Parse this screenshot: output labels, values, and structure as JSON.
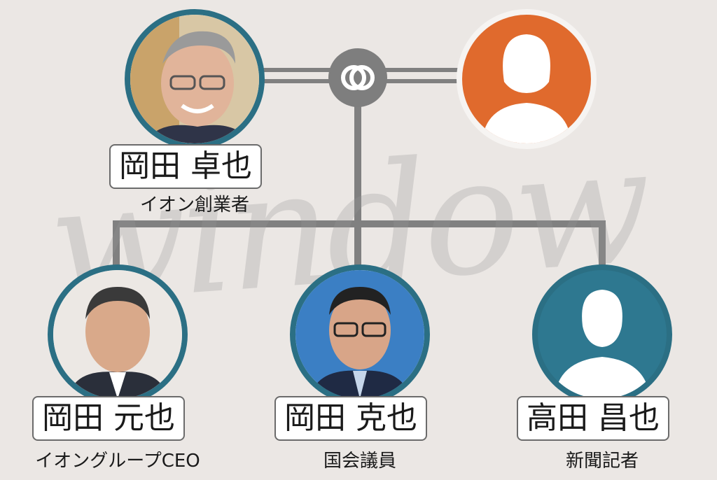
{
  "watermark": "window",
  "hub_icon": "wedding-rings-icon",
  "colors": {
    "line": "#808080",
    "ring": "#2b6f84",
    "spouse": "#e06a2d",
    "silhouette_teal": "#2e7890"
  },
  "father": {
    "name": "岡田 卓也",
    "role": "イオン創業者"
  },
  "mother": {
    "icon": "female-silhouette-icon"
  },
  "children": [
    {
      "name": "岡田 元也",
      "role": "イオングループCEO"
    },
    {
      "name": "岡田 克也",
      "role": "国会議員"
    },
    {
      "name": "高田 昌也",
      "role": "新聞記者",
      "icon": "male-silhouette-icon"
    }
  ]
}
